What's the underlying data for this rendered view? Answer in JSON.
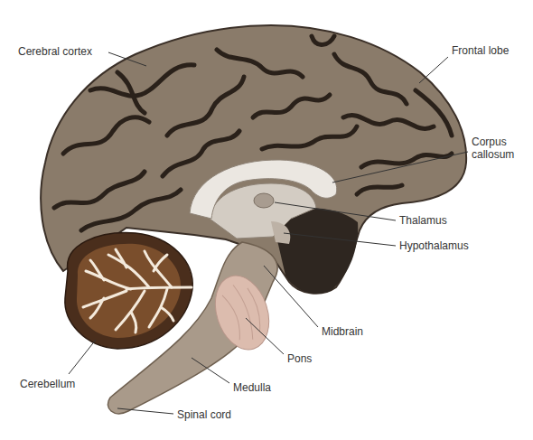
{
  "diagram": {
    "labels": [
      "Cerebral cortex",
      "Frontal lobe",
      "Corpus callosum",
      "Thalamus",
      "Hypothalamus",
      "Midbrain",
      "Pons",
      "Medulla",
      "Cerebellum",
      "Spinal cord"
    ]
  }
}
